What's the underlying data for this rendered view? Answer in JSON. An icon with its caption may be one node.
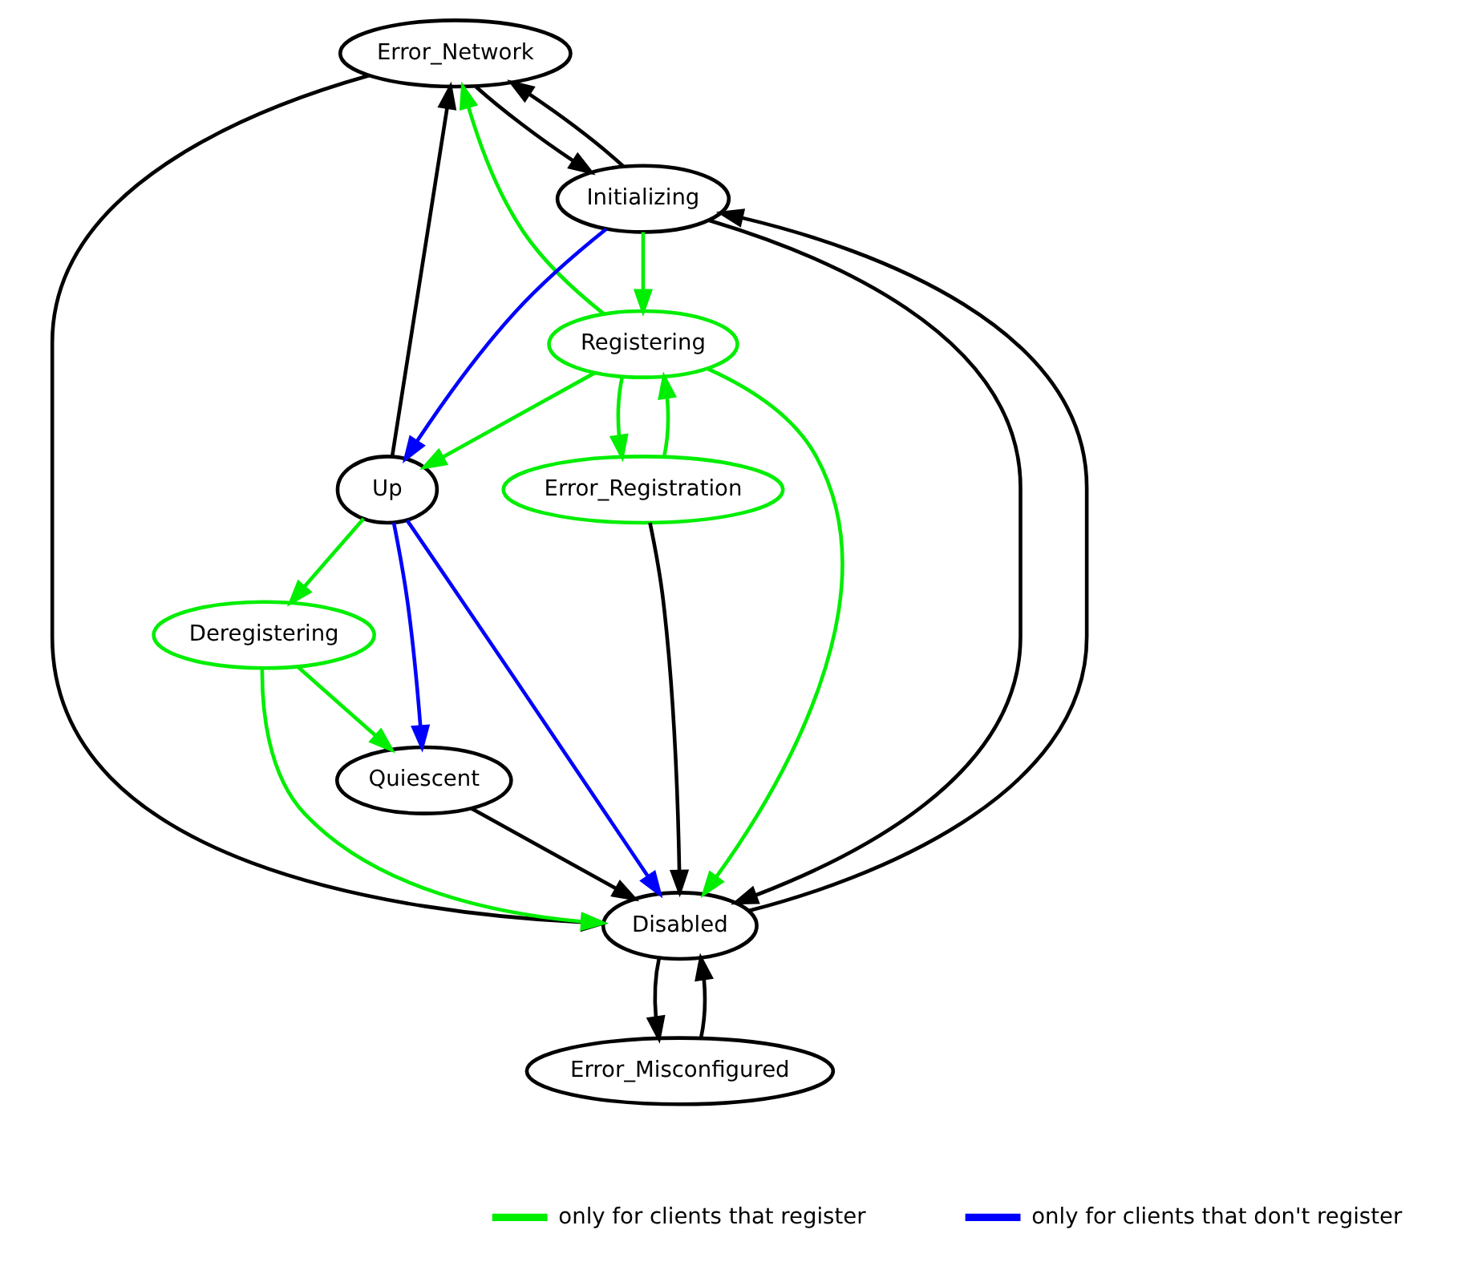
{
  "diagram": {
    "nodes": [
      {
        "text": [
          "Error_Network"
        ]
      },
      {
        "text": [
          "Registering"
        ]
      },
      {
        "text": [
          "Error_Registration"
        ]
      },
      {
        "text": [
          "Initializing"
        ]
      },
      {
        "text": [
          "Up"
        ]
      },
      {
        "text": [
          "Disabled"
        ]
      },
      {
        "text": [
          "Quiescent"
        ]
      },
      {
        "text": [
          "Error_Misconfigured"
        ]
      },
      {
        "text": [
          "Deregistering"
        ]
      }
    ],
    "edges": [
      {
        "from": 0,
        "to": 3,
        "arrow": "to"
      },
      {
        "from": 3,
        "to": 0,
        "arrow": "to"
      },
      {
        "from": 0,
        "to": 5,
        "arrow": "to"
      },
      {
        "from": 1,
        "to": 0,
        "arrow": "to",
        "color": "#00ee00"
      },
      {
        "from": 4,
        "to": 0,
        "arrow": "to"
      },
      {
        "from": 3,
        "to": 1,
        "arrow": "to",
        "color": "#00ee00"
      },
      {
        "from": 1,
        "to": 2,
        "arrow": "to",
        "color": "#00ee00"
      },
      {
        "from": 2,
        "to": 1,
        "arrow": "to",
        "color": "#00ee00"
      },
      {
        "from": 1,
        "to": 4,
        "arrow": "to",
        "color": "#00ee00"
      },
      {
        "from": 1,
        "to": 5,
        "arrow": "to",
        "color": "#00ee00"
      },
      {
        "from": 2,
        "to": 5,
        "arrow": "to"
      },
      {
        "from": 3,
        "to": 4,
        "arrow": "to",
        "color": "#0000ff"
      },
      {
        "from": 3,
        "to": 5,
        "arrow": "to"
      },
      {
        "from": 5,
        "to": 3,
        "arrow": "to"
      },
      {
        "from": 4,
        "to": 5,
        "arrow": "to",
        "color": "#0000ff"
      },
      {
        "from": 4,
        "to": 6,
        "arrow": "to",
        "color": "#0000ff"
      },
      {
        "from": 4,
        "to": 8,
        "arrow": "to",
        "color": "#00ee00"
      },
      {
        "from": 6,
        "to": 5,
        "arrow": "to"
      },
      {
        "from": 8,
        "to": 6,
        "arrow": "to",
        "color": "#00ee00"
      },
      {
        "from": 8,
        "to": 5,
        "arrow": "to",
        "color": "#00ee00"
      },
      {
        "from": 5,
        "to": 7,
        "arrow": "to"
      },
      {
        "from": 7,
        "to": 5,
        "arrow": "to"
      }
    ],
    "legend": [
      {
        "text": "only for clients that register",
        "color": "#00ee00"
      },
      {
        "text": "only for clients that don't register",
        "color": "#0000ff"
      }
    ]
  }
}
